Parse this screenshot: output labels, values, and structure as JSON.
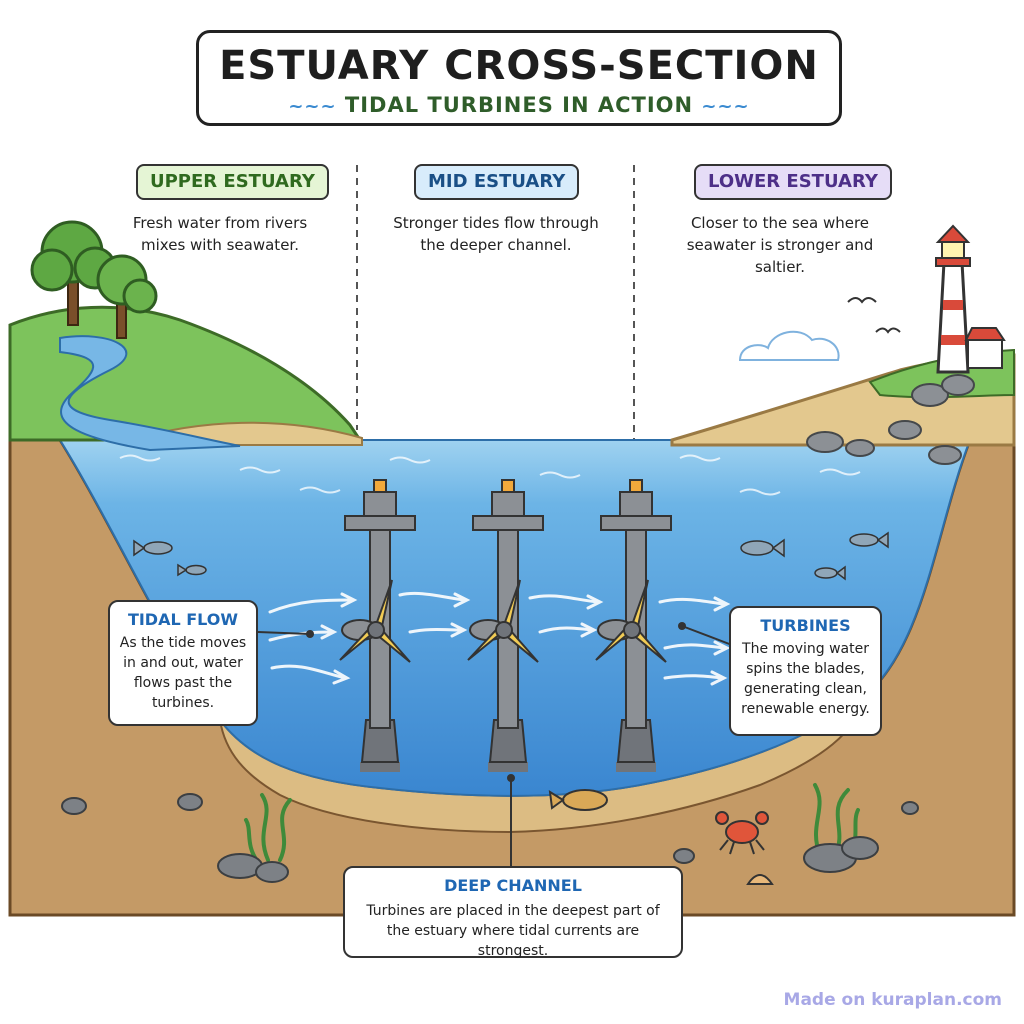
{
  "title": "ESTUARY CROSS-SECTION",
  "subtitle": "TIDAL TURBINES IN ACTION",
  "zones": [
    {
      "label": "UPPER ESTUARY",
      "description": "Fresh water from rivers mixes with seawater.",
      "color": "#e5f5d5",
      "text_color": "#2f6a1f"
    },
    {
      "label": "MID ESTUARY",
      "description": "Stronger tides flow through the deeper channel.",
      "color": "#d8ecfb",
      "text_color": "#1a4f86"
    },
    {
      "label": "LOWER ESTUARY",
      "description": "Closer to the sea where seawater is stronger and saltier.",
      "color": "#e6ddf7",
      "text_color": "#4d2f88"
    }
  ],
  "callouts": {
    "tidal_flow": {
      "title": "TIDAL FLOW",
      "text": "As the tide moves in and out, water flows past the turbines."
    },
    "turbines": {
      "title": "TURBINES",
      "text": "The moving water spins the blades, generating clean, renewable energy."
    },
    "deep_channel": {
      "title": "DEEP CHANNEL",
      "text": "Turbines are placed in the deepest part of the estuary where tidal currents are strongest."
    }
  },
  "watermark": "Made on kuraplan.com",
  "colors": {
    "water_surface": "#8cc8ec",
    "water_deep": "#3f90d6",
    "soil": "#c49a66",
    "sand": "#e3c88e",
    "grass": "#7dc35c",
    "turbine": "#8c9095",
    "blade": "#f2cc55"
  }
}
